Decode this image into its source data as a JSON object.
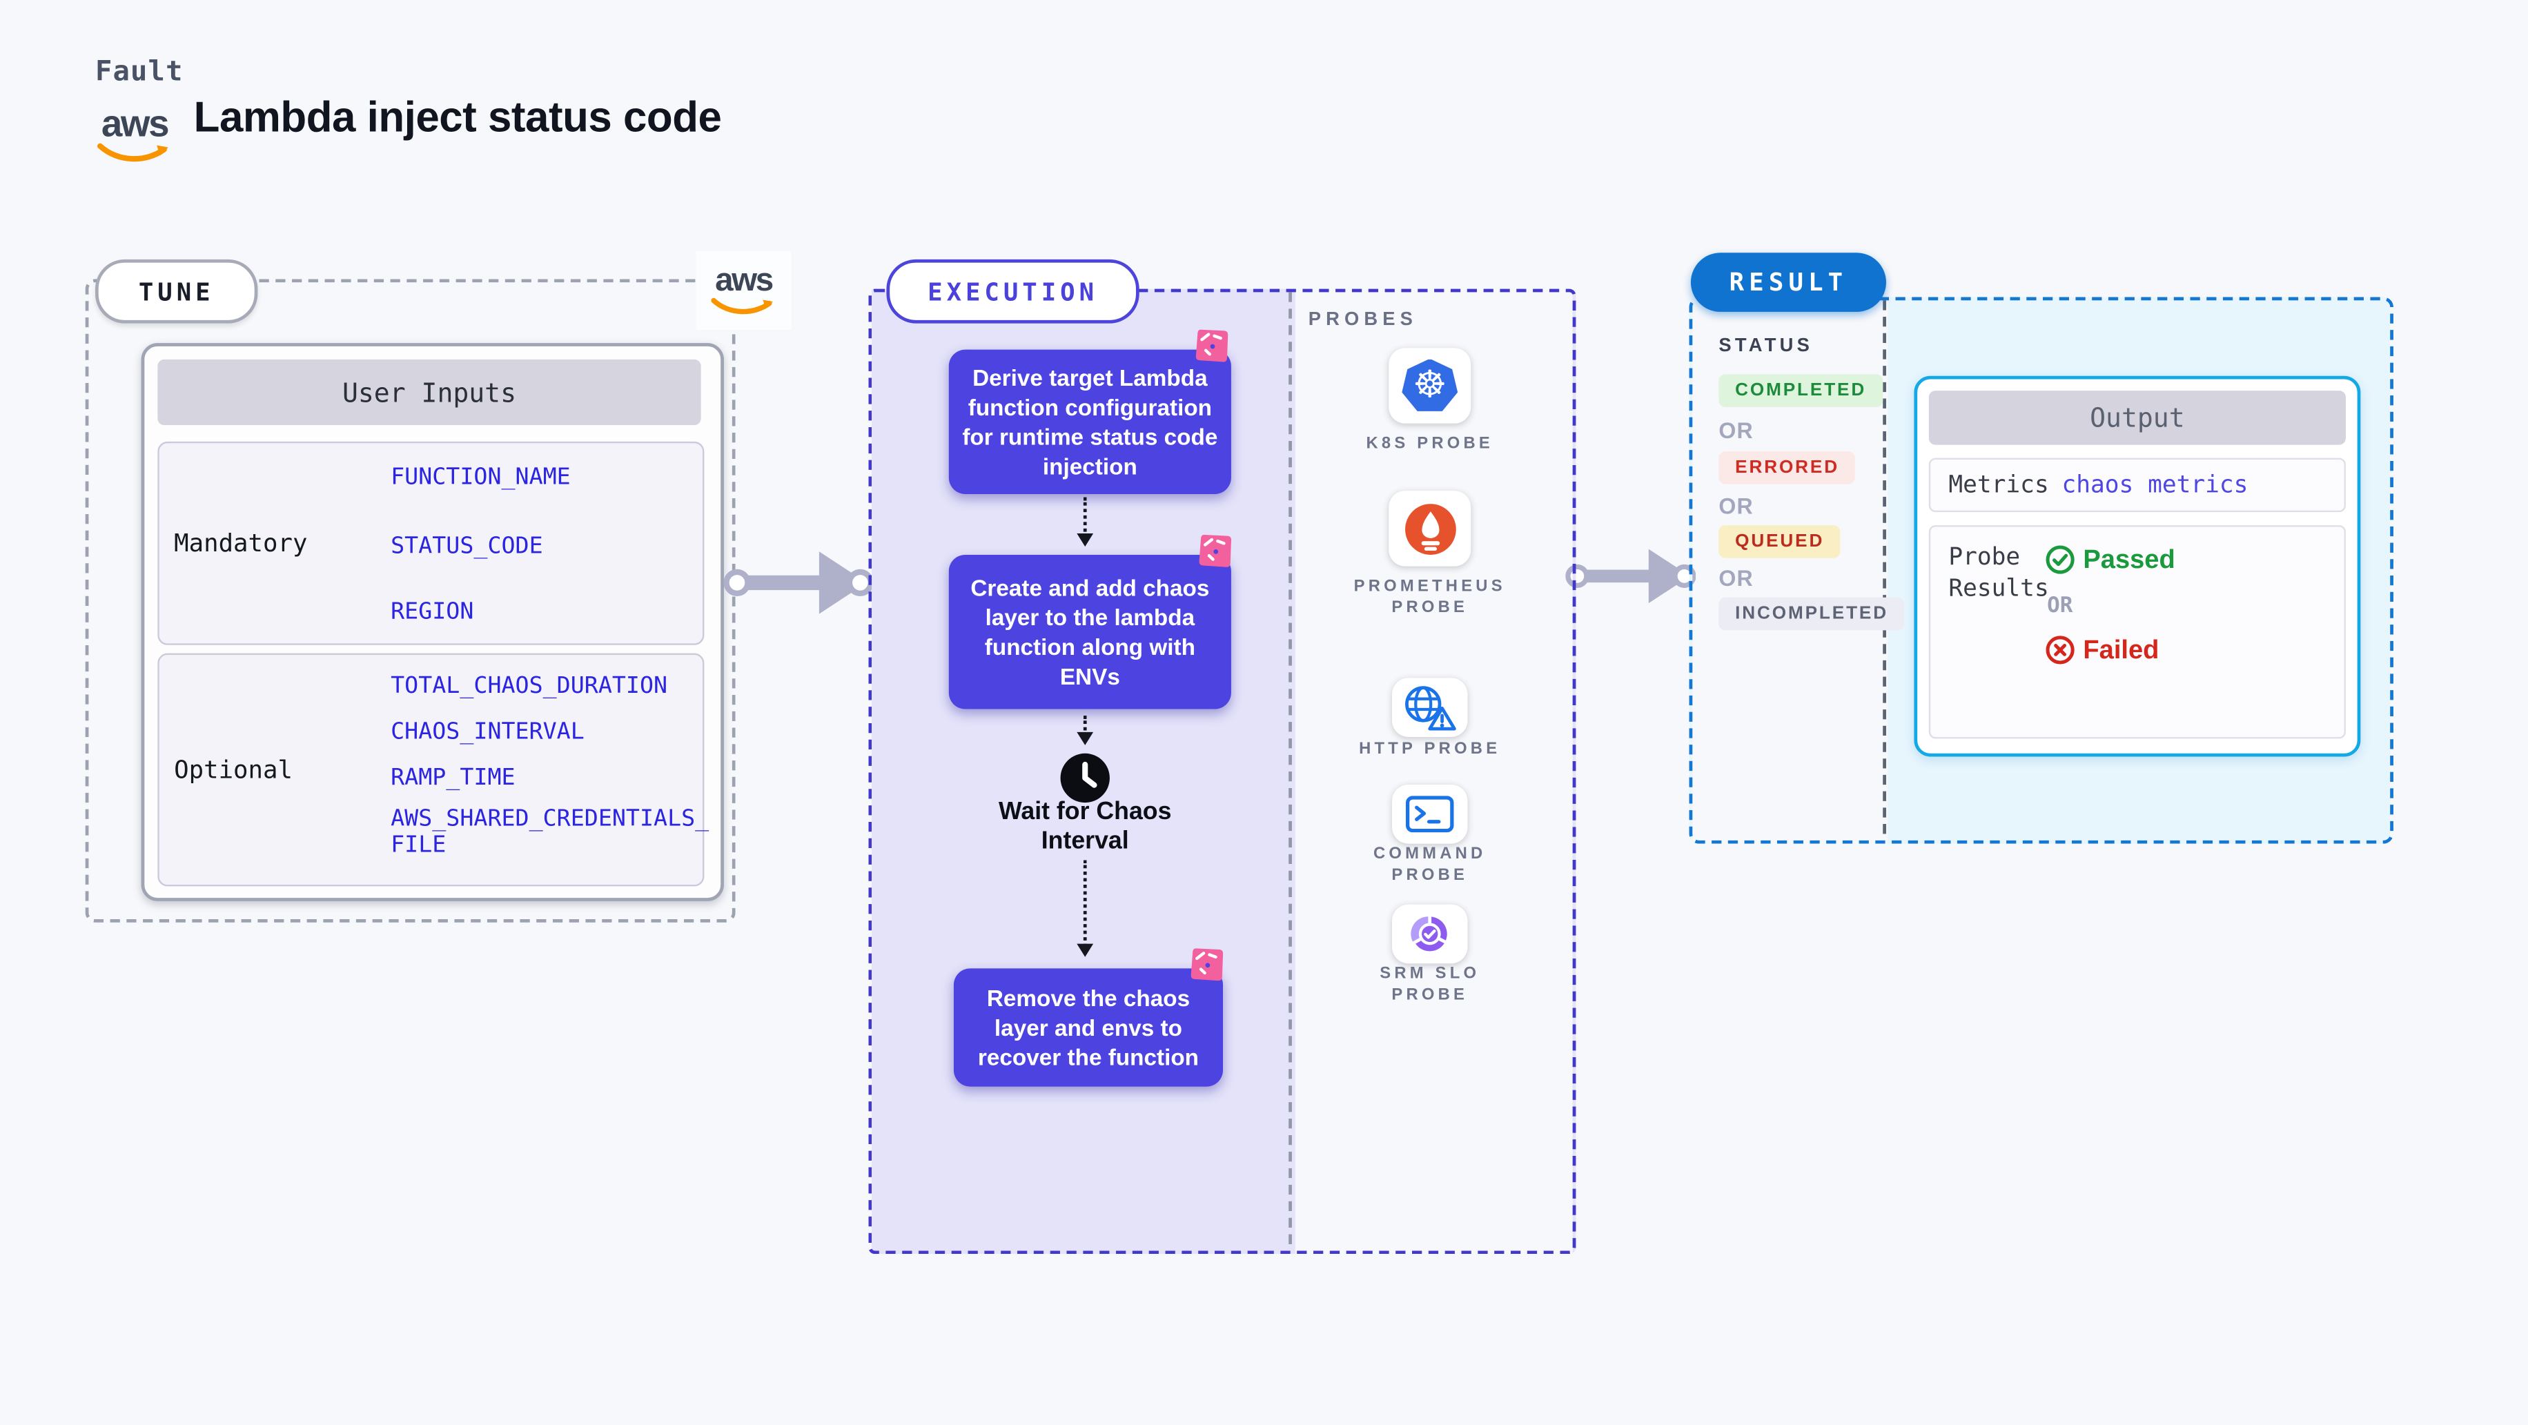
{
  "page": {
    "background": "#F7F8FB"
  },
  "header": {
    "eyebrow": "Fault",
    "title": "Lambda inject status code",
    "aws_wordmark": "aws"
  },
  "colors": {
    "aws_orange": "#F79400",
    "step_indigo": "#4C43E0",
    "execution_border": "#4238CB",
    "tune_border": "#9CA2B0",
    "result_blue": "#1173D0",
    "output_border": "#14A9E4",
    "litmus_pink": "#F2609E",
    "k8s_blue": "#326CE5",
    "prometheus_orange": "#E6522C",
    "http_blue": "#1A73E8",
    "srm_purple": "#8E5BF0",
    "passed_green": "#1B9A3D",
    "failed_red": "#D5261C"
  },
  "tune": {
    "badge": "TUNE",
    "user_inputs": {
      "header": "User Inputs",
      "rows": [
        {
          "label": "Mandatory",
          "values": [
            "FUNCTION_NAME",
            "STATUS_CODE",
            "REGION"
          ]
        },
        {
          "label": "Optional",
          "values": [
            "TOTAL_CHAOS_DURATION",
            "CHAOS_INTERVAL",
            "RAMP_TIME",
            "AWS_SHARED_CREDENTIALS_FILE"
          ]
        }
      ]
    }
  },
  "execution": {
    "badge": "EXECUTION",
    "steps": [
      "Derive target Lambda function configuration for runtime status code injection",
      "Create and add chaos layer to the lambda function along with ENVs",
      "Remove the chaos layer and envs to recover the function"
    ],
    "wait_label": "Wait for Chaos Interval"
  },
  "probes": {
    "header": "PROBES",
    "items": [
      {
        "name": "K8S PROBE",
        "icon": "kubernetes-wheel"
      },
      {
        "name": "PROMETHEUS PROBE",
        "icon": "prometheus-flame"
      },
      {
        "name": "HTTP PROBE",
        "icon": "globe-warning"
      },
      {
        "name": "COMMAND PROBE",
        "icon": "terminal-prompt"
      },
      {
        "name": "SRM SLO PROBE",
        "icon": "slo-donut-check"
      }
    ]
  },
  "result": {
    "badge": "RESULT",
    "status_header": "STATUS",
    "or_label": "OR",
    "statuses": [
      {
        "label": "COMPLETED",
        "css": "color:#1C8C3C;background:#DFF4DC"
      },
      {
        "label": "ERRORED",
        "css": "color:#CF2B21;background:#FBE9E7"
      },
      {
        "label": "QUEUED",
        "css": "color:#BE2A1D;background:#FAEFC4"
      },
      {
        "label": "INCOMPLETED",
        "css": "color:#5D6374;background:#ECEDF4"
      }
    ],
    "output": {
      "header": "Output",
      "metrics_label": "Metrics",
      "metrics_value": "chaos metrics",
      "metrics_value_css": "color:#5046E4",
      "probe_results_label": "Probe Results",
      "passed_label": "Passed",
      "passed_css": "color:#1B9A3D",
      "or_label": "OR",
      "failed_label": "Failed",
      "failed_css": "color:#D5261C"
    }
  }
}
